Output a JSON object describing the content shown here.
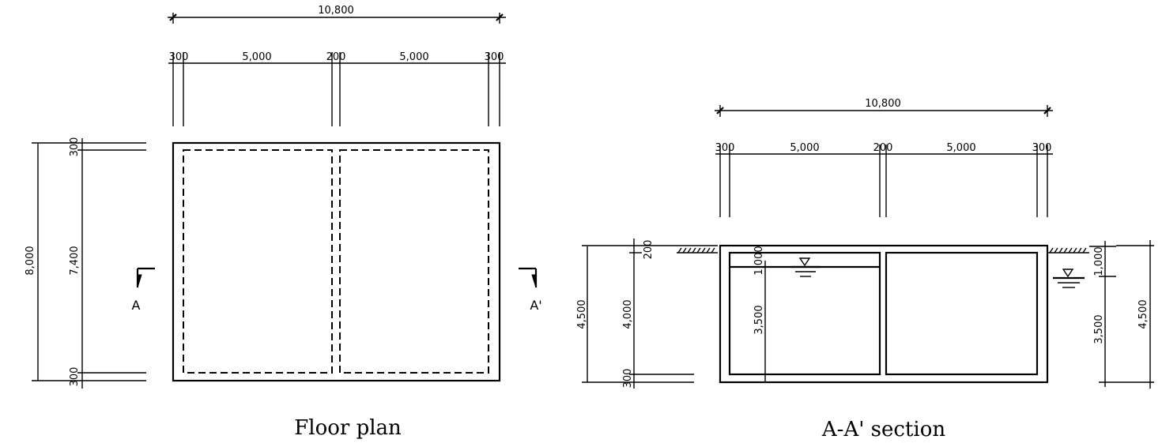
{
  "floor_plan": {
    "caption": "Floor plan",
    "top_dims": {
      "total": "10,800",
      "seg1": "300",
      "seg2": "5,000",
      "seg3": "200",
      "seg4": "5,000",
      "seg5": "300"
    },
    "left_dims": {
      "total": "8,000",
      "top": "300",
      "middle": "7,400",
      "bottom": "300"
    },
    "section_marks": {
      "left": "A",
      "right": "A'"
    }
  },
  "section": {
    "caption": "A-A'  section",
    "top_dims": {
      "total": "10,800",
      "seg1": "300",
      "seg2": "5,000",
      "seg3": "200",
      "seg4": "5,000",
      "seg5": "300"
    },
    "left_dims": {
      "total": "4,500",
      "top": "200",
      "middle": "4,000",
      "bottom": "300"
    },
    "inner_dims": {
      "freeboard": "1,000",
      "depth": "3,500"
    },
    "right_dims": {
      "upper": "1,000",
      "lower": "3,500",
      "total": "4,500"
    }
  }
}
